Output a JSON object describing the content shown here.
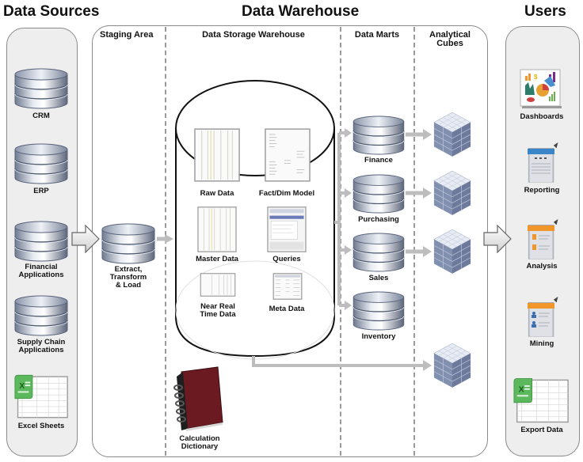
{
  "titles": {
    "data_sources": "Data Sources",
    "data_warehouse": "Data Warehouse",
    "users": "Users"
  },
  "warehouse_columns": {
    "staging_area": "Staging Area",
    "data_storage": "Data Storage Warehouse",
    "data_marts": "Data Marts",
    "analytical_cubes_line1": "Analytical",
    "analytical_cubes_line2": "Cubes"
  },
  "data_sources": [
    {
      "label": "CRM",
      "icon": "database-icon"
    },
    {
      "label": "ERP",
      "icon": "database-icon"
    },
    {
      "label_line1": "Financial",
      "label_line2": "Applications",
      "icon": "database-icon"
    },
    {
      "label_line1": "Supply Chain",
      "label_line2": "Applications",
      "icon": "database-icon"
    },
    {
      "label": "Excel Sheets",
      "icon": "spreadsheet-icon"
    }
  ],
  "staging": {
    "label_line1": "Extract,",
    "label_line2": "Transform",
    "label_line3": "& Load",
    "icon": "database-icon"
  },
  "storage_items": [
    {
      "label": "Raw Data",
      "icon": "document-thumbnail-icon"
    },
    {
      "label": "Fact/Dim Model",
      "icon": "document-thumbnail-icon"
    },
    {
      "label": "Master Data",
      "icon": "document-thumbnail-icon"
    },
    {
      "label": "Queries",
      "icon": "screenshot-thumbnail-icon"
    },
    {
      "label_line1": "Near Real",
      "label_line2": "Time Data",
      "icon": "document-thumbnail-icon"
    },
    {
      "label": "Meta Data",
      "icon": "document-thumbnail-icon"
    }
  ],
  "calculation_dictionary": {
    "label_line1": "Calculation",
    "label_line2": "Dictionary",
    "icon": "notebook-icon"
  },
  "data_marts": [
    {
      "label": "Finance",
      "icon": "database-icon"
    },
    {
      "label": "Purchasing",
      "icon": "database-icon"
    },
    {
      "label": "Sales",
      "icon": "database-icon"
    },
    {
      "label": "Inventory",
      "icon": "database-icon"
    }
  ],
  "cubes_count": 4,
  "users": [
    {
      "label": "Dashboards",
      "icon": "dashboard-icon"
    },
    {
      "label": "Reporting",
      "icon": "report-icon"
    },
    {
      "label": "Analysis",
      "icon": "analysis-icon"
    },
    {
      "label": "Mining",
      "icon": "mining-icon"
    },
    {
      "label": "Export Data",
      "icon": "spreadsheet-icon"
    }
  ],
  "colors": {
    "panel_bg": "#eeeeee",
    "panel_border": "#8a8a8a",
    "connector": "#bdbdbd",
    "cube_top": "#dde3ef",
    "cube_side": "#7d89aa",
    "notebook": "#6b1a22",
    "excel_green": "#4caf50",
    "orange": "#f0962a"
  }
}
